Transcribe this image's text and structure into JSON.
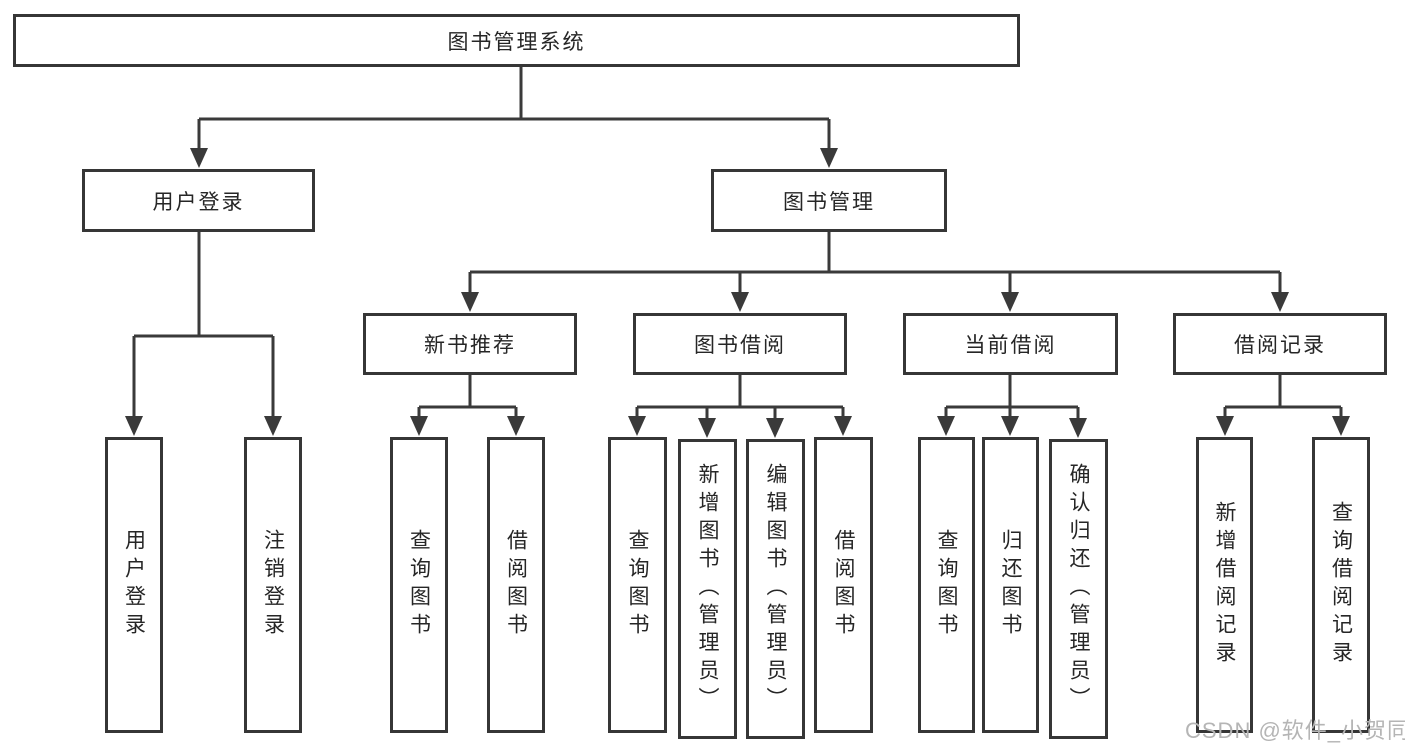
{
  "diagram": {
    "root": {
      "label": "图书管理系统"
    },
    "branches": [
      {
        "label": "用户登录",
        "children": [
          {
            "label": "用户登录"
          },
          {
            "label": "注销登录"
          }
        ]
      },
      {
        "label": "图书管理",
        "children": [
          {
            "label": "新书推荐",
            "children": [
              {
                "label": "查询图书"
              },
              {
                "label": "借阅图书"
              }
            ]
          },
          {
            "label": "图书借阅",
            "children": [
              {
                "label": "查询图书"
              },
              {
                "label": "新增图书（管理员）"
              },
              {
                "label": "编辑图书（管理员）"
              },
              {
                "label": "借阅图书"
              }
            ]
          },
          {
            "label": "当前借阅",
            "children": [
              {
                "label": "查询图书"
              },
              {
                "label": "归还图书"
              },
              {
                "label": "确认归还（管理员）"
              }
            ]
          },
          {
            "label": "借阅记录",
            "children": [
              {
                "label": "新增借阅记录"
              },
              {
                "label": "查询借阅记录"
              }
            ]
          }
        ]
      }
    ]
  },
  "watermark": {
    "text": "CSDN @软件_小贺同学"
  },
  "colors": {
    "line": "#3a3a3a",
    "node_border": "#363636",
    "node_bg": "#ffffff",
    "text": "#262626",
    "watermark": "#b5b5b5"
  }
}
